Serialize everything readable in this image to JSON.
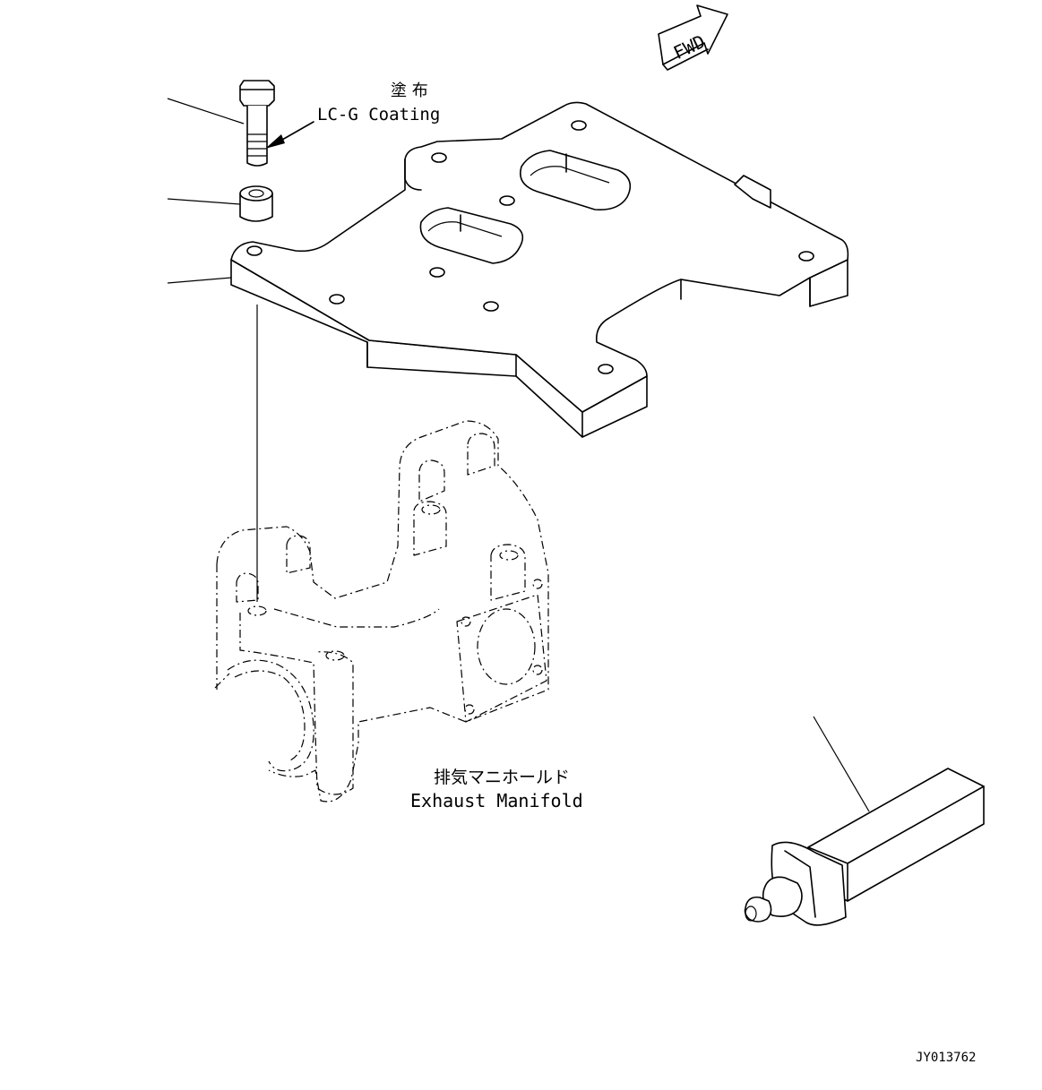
{
  "labels": {
    "fwd": "FWD",
    "coating_jp": "塗 布",
    "coating_en": "LC-G Coating",
    "manifold_jp": "排気マニホールド",
    "manifold_en": "Exhaust Manifold",
    "drawing_number": "JY013762"
  }
}
